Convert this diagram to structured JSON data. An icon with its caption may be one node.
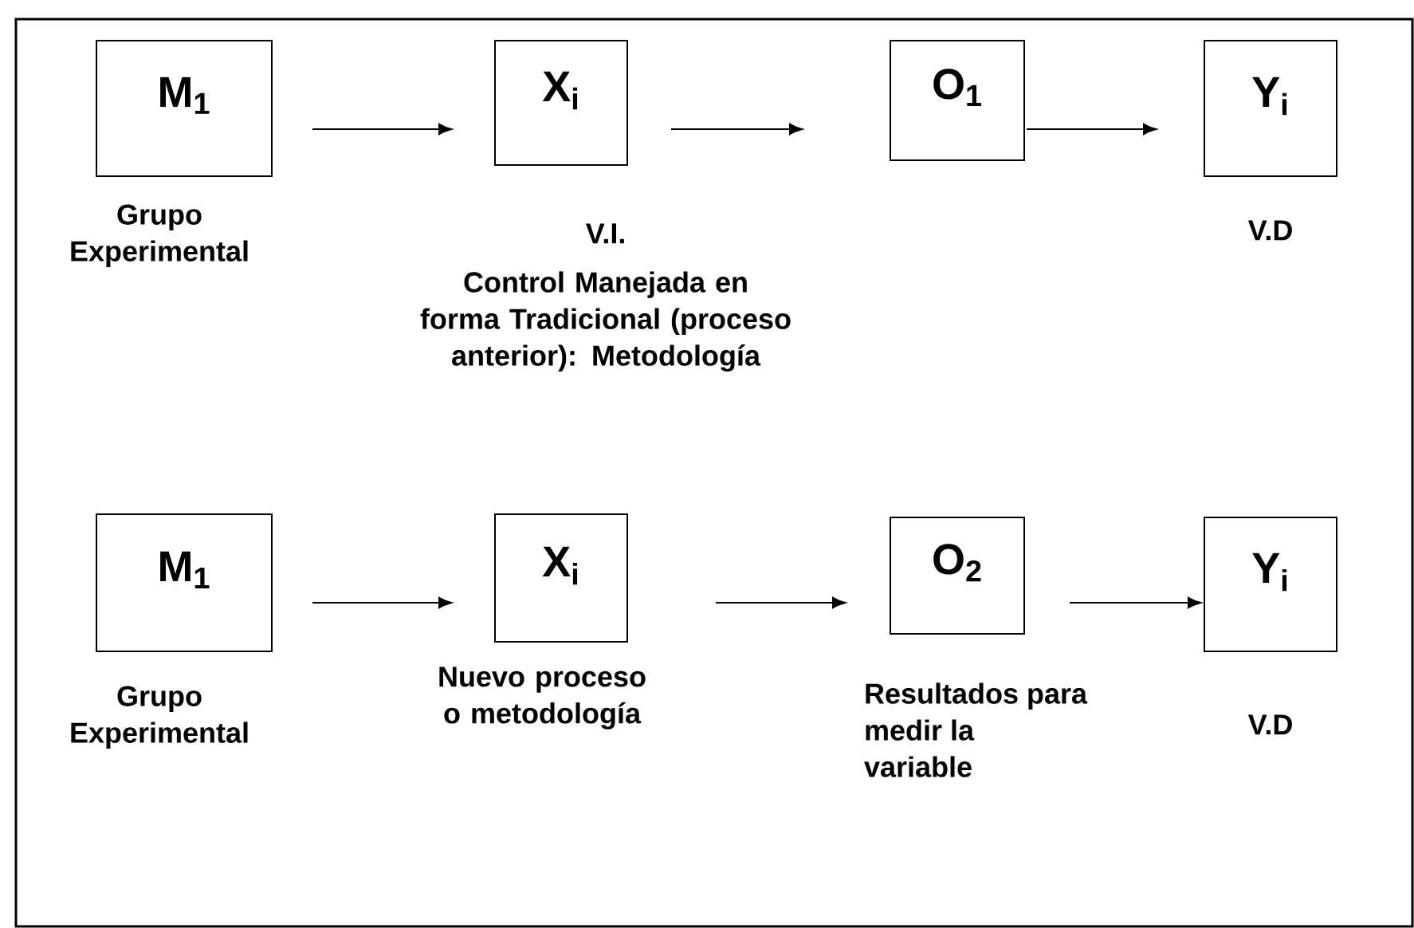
{
  "diagram": {
    "nodes": [
      {
        "text": [
          "M$_{1}$"
        ],
        "beside": [
          "Grupo Experimental"
        ]
      },
      {
        "text": [
          "X$_{i}$"
        ],
        "beside": [
          "V.I.",
          "Control Manejada en forma Tradicional (proceso anterior): Metodología"
        ]
      },
      {
        "text": [
          "O$_{1}$"
        ]
      },
      {
        "text": [
          "Y$_{i}$"
        ],
        "beside": [
          "V.D"
        ]
      },
      {
        "text": [
          "M$_{1}$"
        ],
        "beside": [
          "Grupo Experimental"
        ]
      },
      {
        "text": [
          "X$_{i}$"
        ],
        "beside": [
          "Nuevo proceso o metodología"
        ]
      },
      {
        "text": [
          "O$_{2}$"
        ],
        "beside": [
          "Resultados para medir la variable"
        ]
      },
      {
        "text": [
          "Y$_{i}$"
        ],
        "beside": [
          "V.D"
        ]
      }
    ],
    "edges": [
      {
        "from": 0,
        "to": 1,
        "arrow": "to"
      },
      {
        "from": 1,
        "to": 2,
        "arrow": "to"
      },
      {
        "from": 2,
        "to": 3,
        "arrow": "to"
      },
      {
        "from": 4,
        "to": 5,
        "arrow": "to"
      },
      {
        "from": 5,
        "to": 6,
        "arrow": "to"
      },
      {
        "from": 6,
        "to": 7,
        "arrow": "to"
      }
    ]
  }
}
